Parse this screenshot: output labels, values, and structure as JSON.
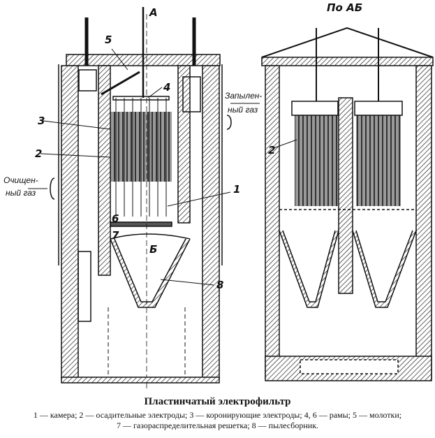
{
  "figure": {
    "title": "Пластинчатый электрофильтр",
    "legend_line1": "1 — камера; 2 — осадительные электроды; 3 — коронирующие электроды; 4, 6 — рамы; 5 — молотки;",
    "legend_line2": "7 — газораспределительная решетка; 8 — пылесборник.",
    "section_label": "По АБ",
    "labels": {
      "A": "А",
      "B": "Б",
      "n1": "1",
      "n2": "2",
      "n3": "3",
      "n4": "4",
      "n5": "5",
      "n6": "6",
      "n7": "7",
      "n8": "8",
      "n2_right": "2"
    },
    "gas_in": [
      "Запылен-",
      "ный газ"
    ],
    "gas_out": [
      "Очищен-",
      "ный газ"
    ]
  }
}
